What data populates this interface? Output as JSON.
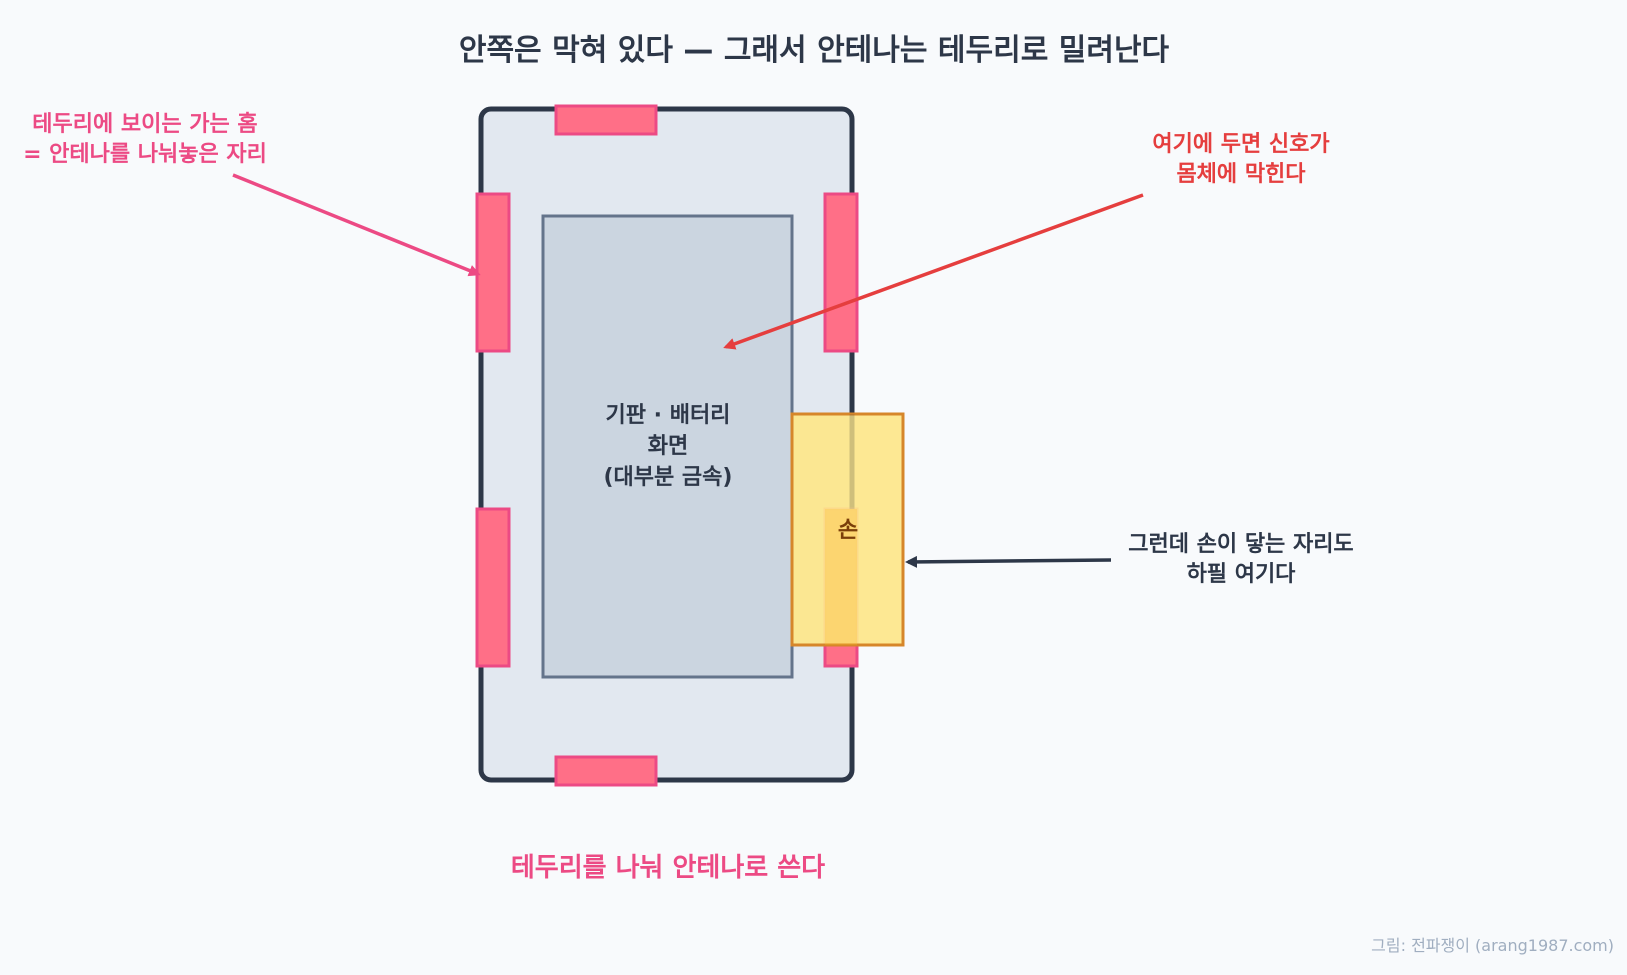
{
  "title": "안쪽은 막혀 있다 — 그래서 안테나는 테두리로 밀려난다",
  "annotations": {
    "groove_line1": "테두리에 보이는 가는 홈",
    "groove_line2": "= 안테나를 나눠놓은 자리",
    "blocked_line1": "여기에 두면 신호가",
    "blocked_line2": "몸체에 막힌다",
    "hand_line1": "그런데 손이 닿는 자리도",
    "hand_line2": "하필 여기다"
  },
  "inner": {
    "line1": "기판 · 배터리",
    "line2": "화면",
    "line3": "(대부분 금속)"
  },
  "hand_label": "손",
  "caption": "테두리를 나눠 안테나로 쓴다",
  "credit": "그림: 전파쟁이 (arang1987.com)",
  "colors": {
    "antenna": "#ff6f87",
    "antenna_stroke": "#ec4a84",
    "phone_body": "#e2e8f0",
    "phone_stroke": "#2d3748",
    "inner_board": "#cbd5e0",
    "hand_fill": "#fde68a",
    "hand_stroke": "#d6862a"
  }
}
